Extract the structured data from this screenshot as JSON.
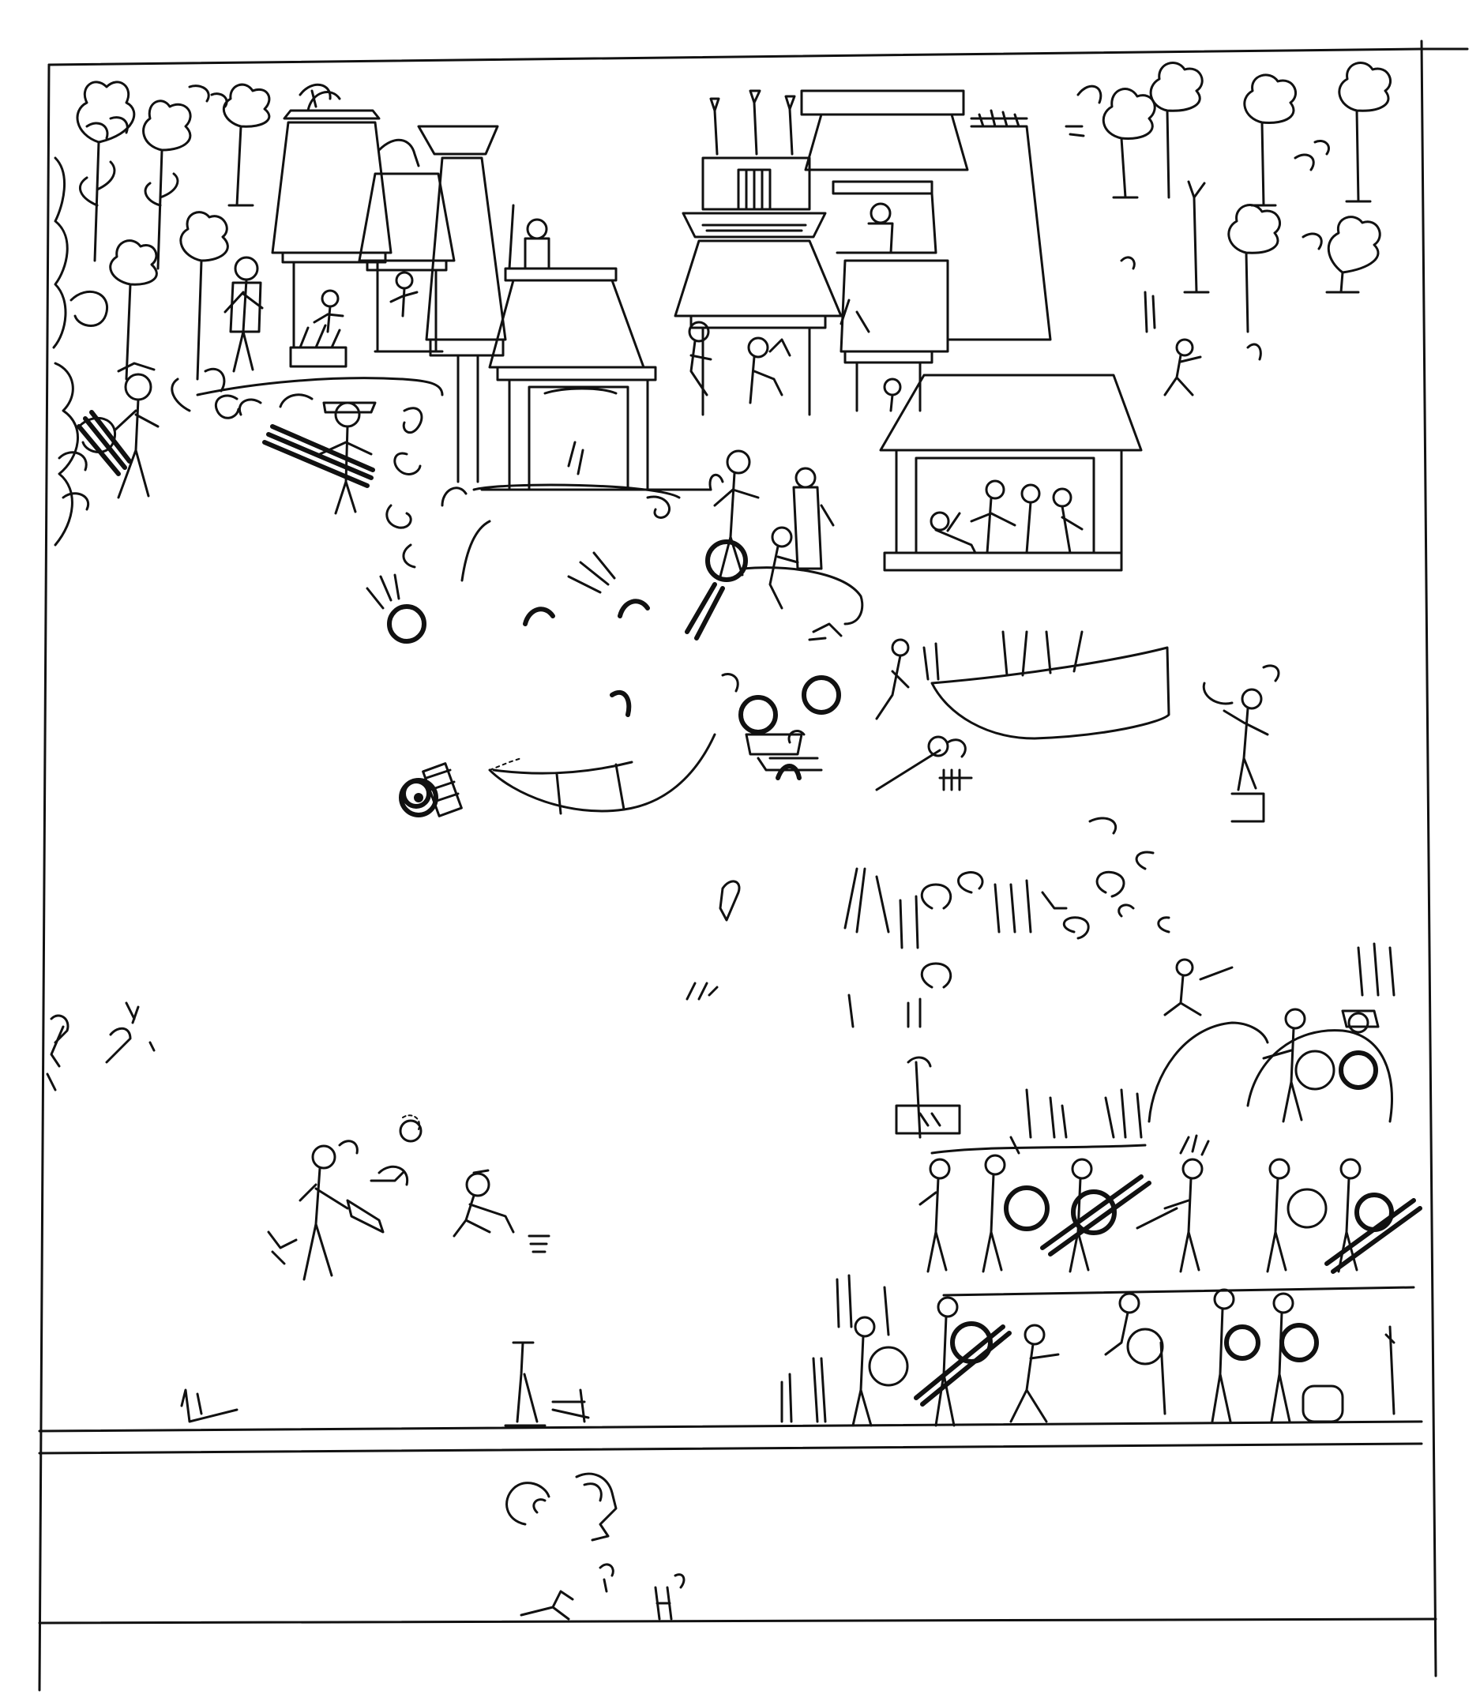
{
  "drawing": {
    "style": "black line drawing on white",
    "ink_color": "#111111",
    "paper_color": "#ffffff",
    "sections": [
      "upper-scene",
      "lower-register"
    ],
    "elements": {
      "houses": 11,
      "trees": 12,
      "round_shields": 23,
      "figures": 40
    }
  }
}
